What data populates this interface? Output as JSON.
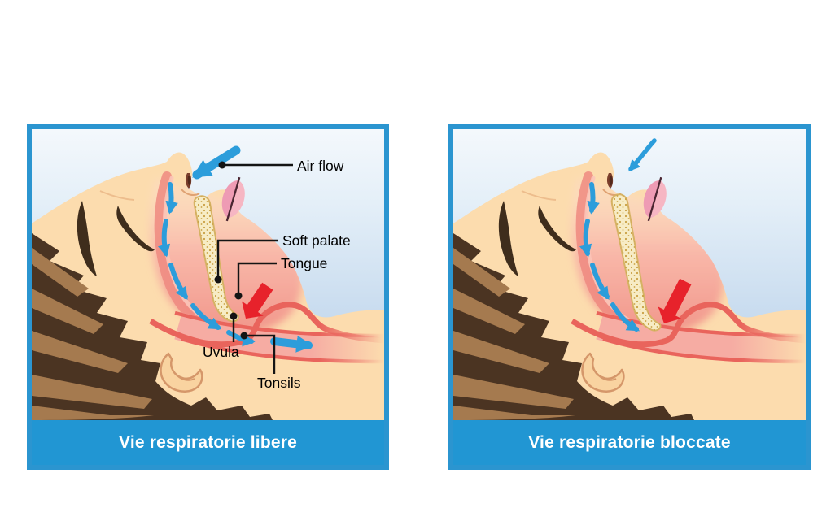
{
  "page": {
    "background_color": "#ffffff"
  },
  "panels": [
    {
      "id": "free-airways",
      "caption": "Vie respiratorie libere",
      "labels": {
        "air_flow": "Air flow",
        "soft_palate": "Soft palate",
        "tongue": "Tongue",
        "uvula": "Uvula",
        "tonsils": "Tonsils"
      }
    },
    {
      "id": "blocked-airways",
      "caption": "Vie respiratorie bloccate"
    }
  ],
  "colors": {
    "panel_border": "#2b95d0",
    "caption_bar": "#2196d3",
    "caption_text": "#ffffff",
    "airflow_arrow": "#2c9ddb",
    "obstruction_arrow": "#e7222b",
    "skin": "#fcdcae",
    "hair": "#4b3422",
    "throat_pink": "#f09187",
    "soft_palate_fill": "#f7ecc5",
    "label_text": "#000000"
  }
}
